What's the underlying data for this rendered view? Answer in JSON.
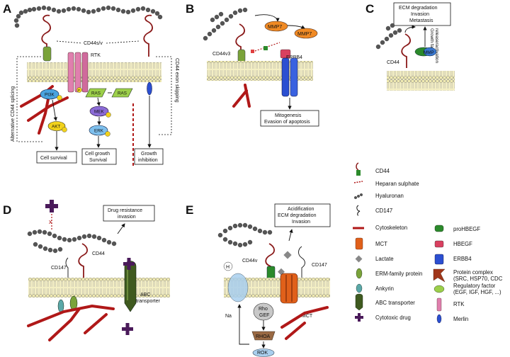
{
  "panels": {
    "A": {
      "label": "A",
      "cd44sv": "CD44s/v",
      "rtk": "RTK",
      "pi3k": "PI3K",
      "akt": "AKT",
      "ras1": "RAS",
      "ras2": "RAS",
      "mek": "MEK",
      "erk": "ERK",
      "p": "P",
      "alt_splicing": "Alternative CD44 splicing",
      "exon_skipping": "CD44 exon skipping",
      "cell_survival": "Cell survival",
      "growth_survival": [
        "Cell growth",
        "Survival"
      ],
      "growth_inhibition": [
        "Growth",
        "inhibition"
      ]
    },
    "B": {
      "label": "B",
      "mmp7a": "MMP7",
      "mmp7b": "MMP7",
      "cd44v3": "CD44v3",
      "erbb4": "ERBB4",
      "outcome": [
        "Mitogenesis",
        "Evasion of apoptosis"
      ]
    },
    "C": {
      "label": "C",
      "outcome": [
        "ECM degradation",
        "Invasion",
        "Metastasis"
      ],
      "growth_factor": [
        "Growth factor",
        "release/activation"
      ],
      "mmp": "MMP",
      "cd44": "CD44"
    },
    "D": {
      "label": "D",
      "outcome": [
        "Drug resistance",
        "invasion"
      ],
      "cd44": "CD44",
      "cd147": "CD147",
      "abc": [
        "ABC",
        "transporter"
      ]
    },
    "E": {
      "label": "E",
      "outcome": [
        "Acidification",
        "ECM degradation",
        "Invasion"
      ],
      "cd44v": "CD44v",
      "cd147": "CD147",
      "h": "H",
      "na": "Na",
      "rhogef": [
        "Rho",
        "GEF"
      ],
      "rhoa": "RHOA",
      "rok": "ROK",
      "mct": "MCT"
    }
  },
  "legend": {
    "col1": [
      "CD44",
      "Heparan sulphate",
      "Hyaluronan",
      "CD147",
      "Cytoskeleton",
      "MCT",
      "Lactate",
      "ERM-family protein",
      "Ankyrin",
      "ABC transporter",
      "Cytotoxic drug"
    ],
    "col2": [
      "proHBEGF",
      "HBEGF",
      "ERBB4"
    ],
    "protein_complex": [
      "Protein complex",
      "(SRC, HSP70, CDC"
    ],
    "regulatory_factor": [
      "Regulatory factor",
      "(EGF, IGF, HGF, ...)"
    ],
    "col2_end": [
      "RTK",
      "Merlin"
    ]
  },
  "colors": {
    "cd44": "#8a1a1a",
    "cytoskeleton": "#b01818",
    "hyaluronan": "#555555",
    "erm": "#7aa33a",
    "pi3k": "#4aa3df",
    "akt": "#f2d21b",
    "ras": "#9ccf4a",
    "mek": "#8b6bd6",
    "erk": "#7ec0ee",
    "mmp7": "#f08a24",
    "erbb4": "#2b4fd1",
    "mct": "#e0601a",
    "rtk": "#e07fae",
    "drug": "#4a1a5a",
    "membrane": "#efe9b8"
  }
}
